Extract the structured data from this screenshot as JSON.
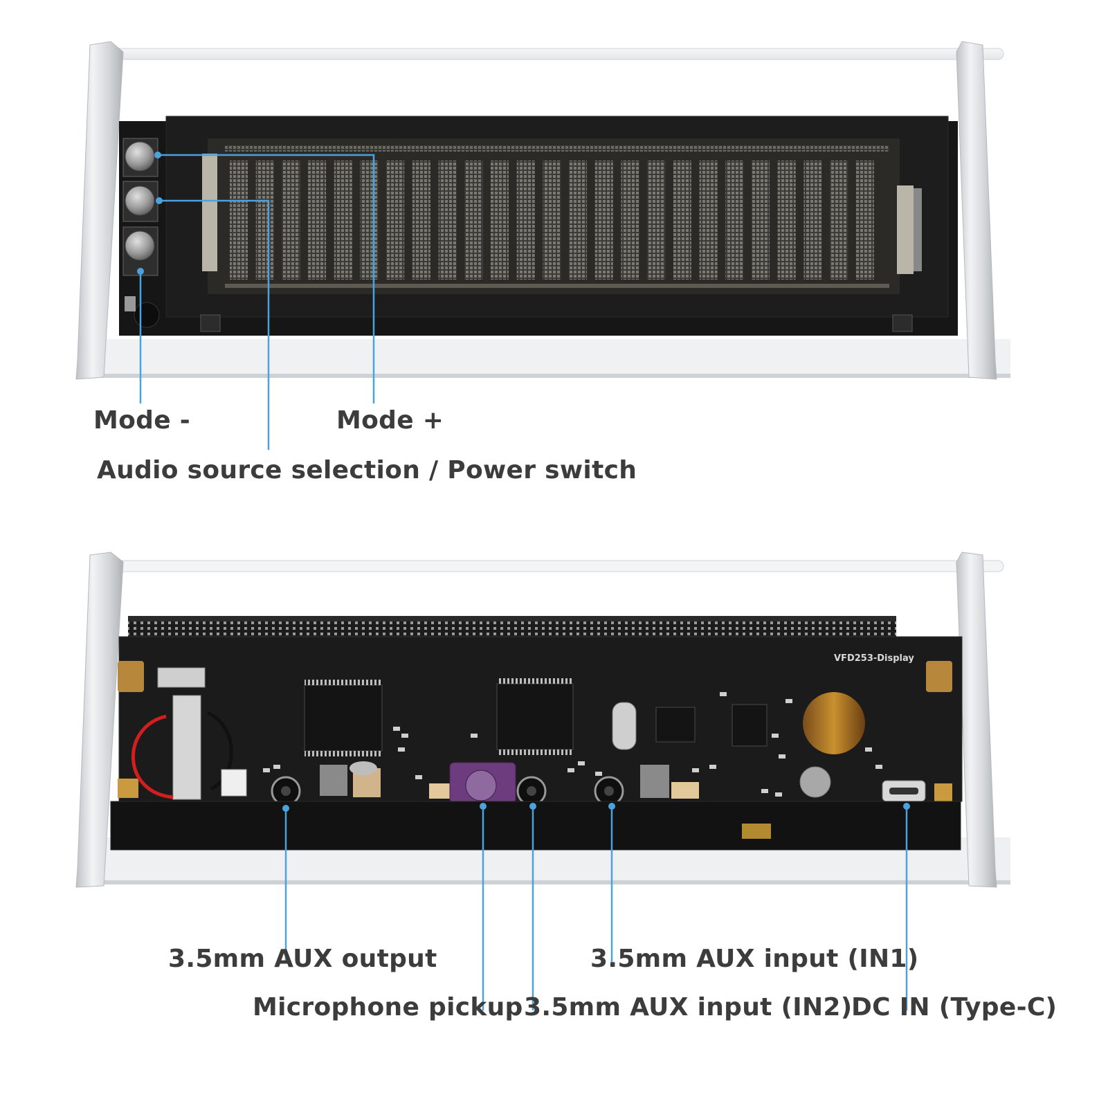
{
  "top": {
    "labels": {
      "mode_minus": "Mode -",
      "mode_plus": "Mode +",
      "audio_power": "Audio source selection / Power switch"
    }
  },
  "bottom": {
    "pcb_label": "VFD253-Display",
    "labels": {
      "aux_output": "3.5mm AUX output",
      "mic_pickup": "Microphone pickup",
      "aux_in2": "3.5mm AUX input (IN2)",
      "aux_in1": "3.5mm AUX input (IN1)",
      "dc_in": "DC IN (Type-C)"
    }
  },
  "colors": {
    "callout_line": "#4aa3df",
    "label_text": "#3c3c3c",
    "aluminum": "#d9dcdf",
    "display_black": "#141414",
    "pcb_black": "#1b1b1b",
    "vfd_segment": "#6a6a64"
  }
}
